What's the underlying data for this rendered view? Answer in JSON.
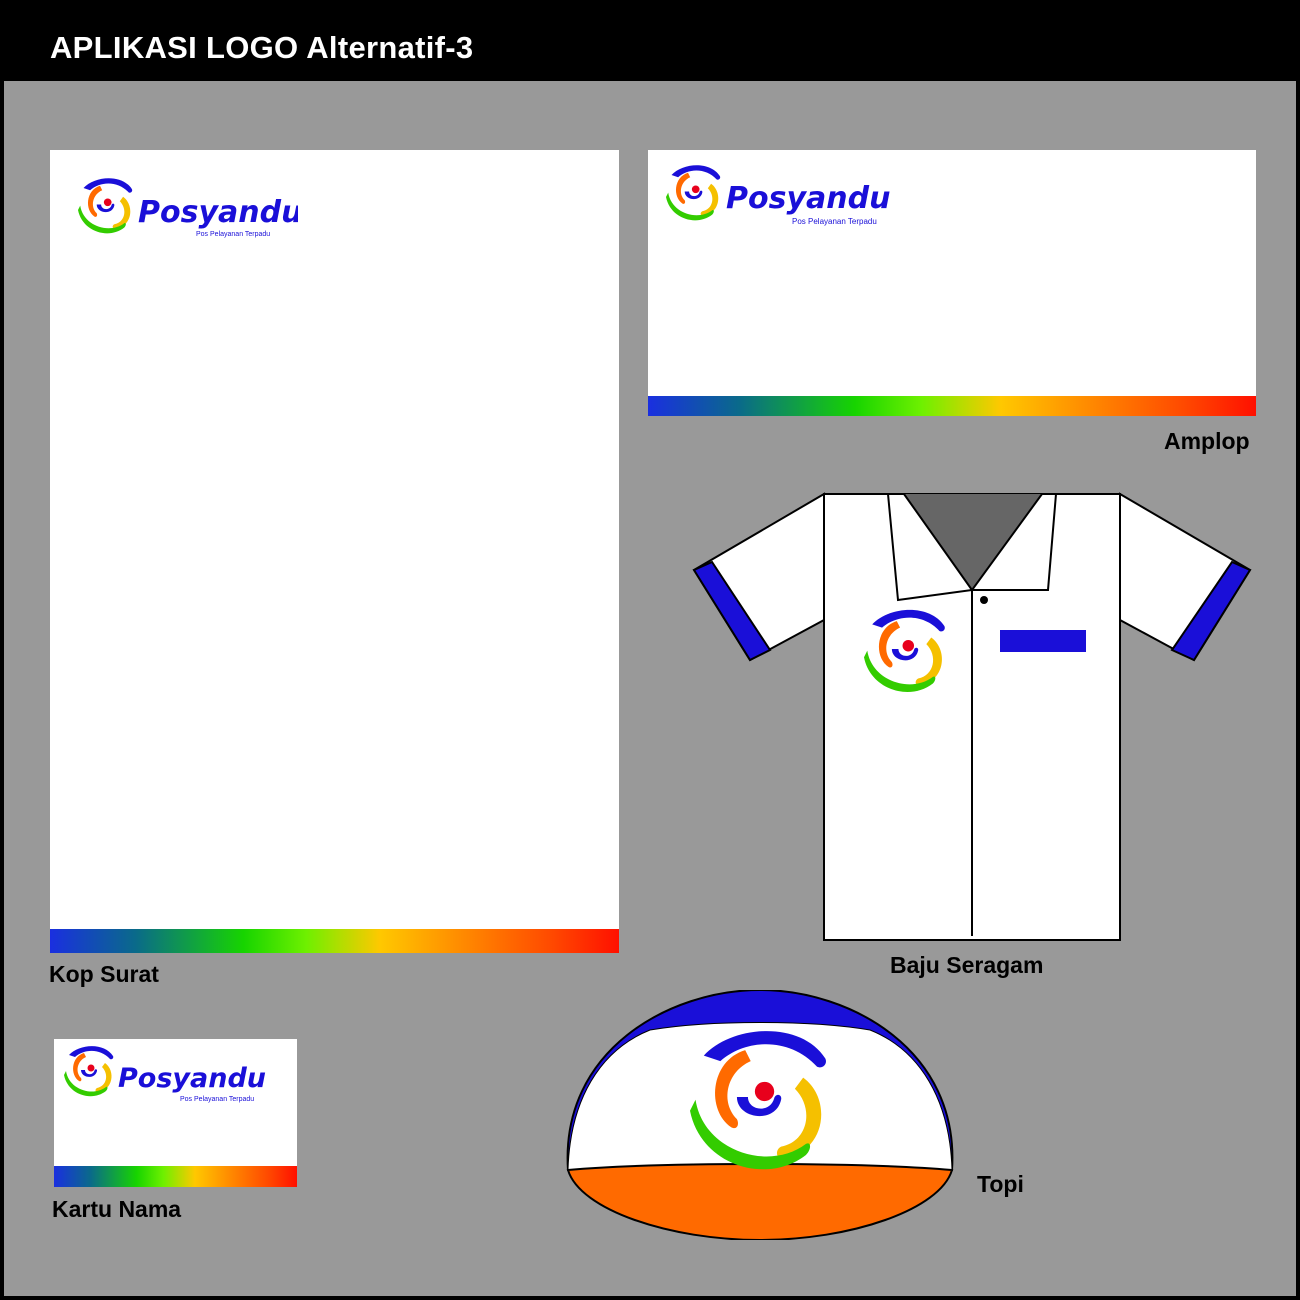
{
  "page": {
    "title": "APLIKASI LOGO Alternatif-3"
  },
  "labels": {
    "letterhead": "Kop Surat",
    "envelope": "Amplop",
    "uniform": "Baju Seragam",
    "business_card": "Kartu Nama",
    "cap": "Topi"
  },
  "logo": {
    "brand_text": "Posyandu",
    "tagline": "Pos Pelayanan Terpadu",
    "icon": "swirl-logo-icon"
  },
  "colors": {
    "title_bar": "#000000",
    "background": "#999999",
    "brand_blue": "#1a0fd8",
    "swirl_orange": "#ff6a00",
    "swirl_green": "#33cc00",
    "swirl_yellow": "#f5c000",
    "swirl_red": "#e8001c",
    "cap_brim_orange": "#ff6a00",
    "collar_gray": "#666666"
  }
}
